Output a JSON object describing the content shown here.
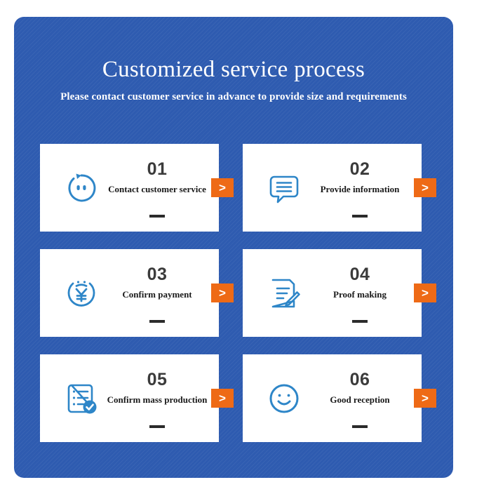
{
  "panel": {
    "title": "Customized service process",
    "subtitle": "Please contact customer service in advance to provide size and requirements",
    "background_color": "#2E5BB0"
  },
  "theme": {
    "panel_blue": "#2E5BB0",
    "icon_blue": "#2E86C8",
    "accent_orange": "#EE6A16",
    "card_white": "#FFFFFF",
    "number_gray": "#3B3B3B"
  },
  "arrow_label": ">",
  "steps": [
    {
      "number": "01",
      "label": "Contact customer service",
      "icon": "customer-service-face-icon",
      "arrow": ">"
    },
    {
      "number": "02",
      "label": "Provide information",
      "icon": "speech-bubble-lines-icon",
      "arrow": ">"
    },
    {
      "number": "03",
      "label": "Confirm payment",
      "icon": "yen-coin-icon",
      "arrow": ">"
    },
    {
      "number": "04",
      "label": "Proof making",
      "icon": "document-pencil-icon",
      "arrow": ">"
    },
    {
      "number": "05",
      "label": "Confirm mass production",
      "icon": "checklist-check-icon",
      "arrow": ">"
    },
    {
      "number": "06",
      "label": "Good reception",
      "icon": "smiley-face-icon",
      "arrow": ">"
    }
  ]
}
